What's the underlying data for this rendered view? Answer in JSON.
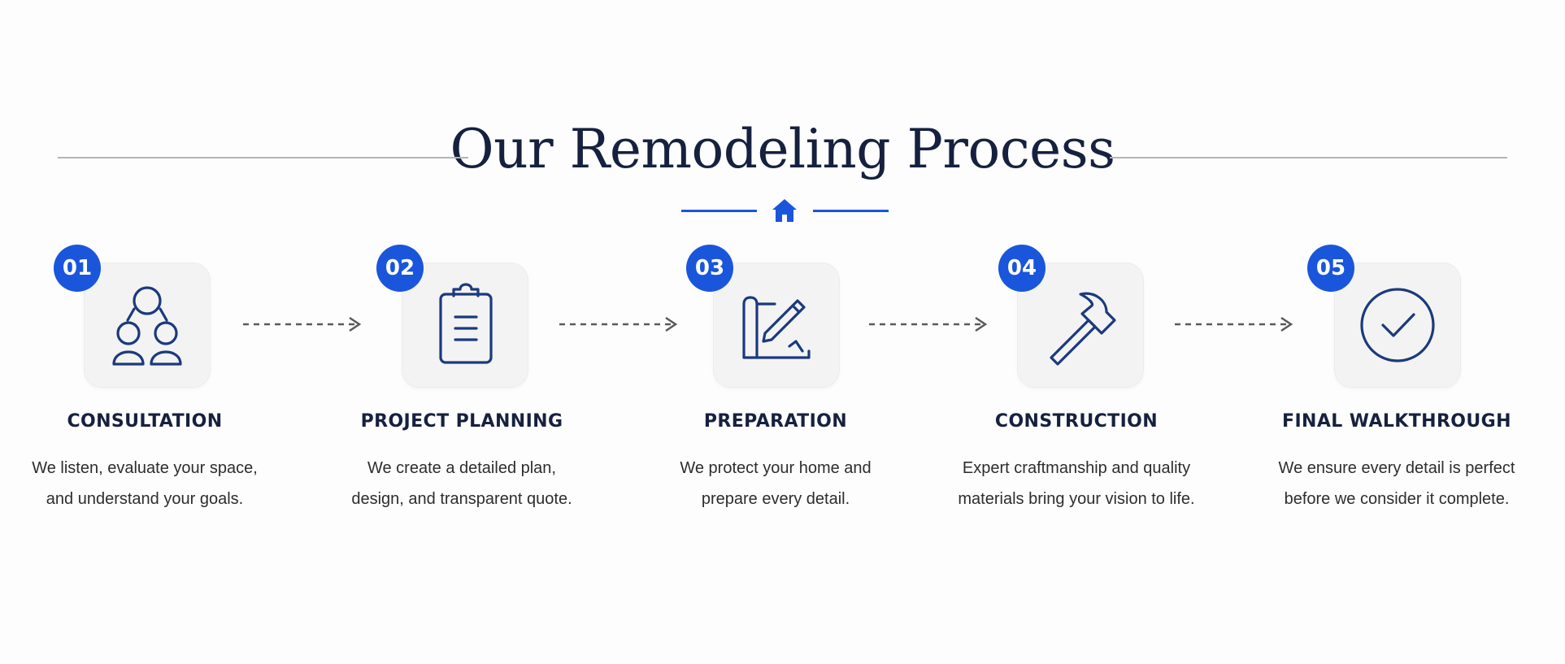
{
  "header": {
    "title": "Our Remodeling Process",
    "accent_color": "#1a56db",
    "title_color": "#16213f",
    "icon": "house-icon"
  },
  "steps": [
    {
      "number": "01",
      "title": "CONSULTATION",
      "desc_line1": "We listen, evaluate your space,",
      "desc_line2": "and understand your goals.",
      "icon": "people-group-icon"
    },
    {
      "number": "02",
      "title": "PROJECT PLANNING",
      "desc_line1": "We create a detailed plan,",
      "desc_line2": "design, and transparent quote.",
      "icon": "clipboard-icon"
    },
    {
      "number": "03",
      "title": "PREPARATION",
      "desc_line1": "We protect your home and",
      "desc_line2": "prepare every detail.",
      "icon": "blueprint-pencil-icon"
    },
    {
      "number": "04",
      "title": "CONSTRUCTION",
      "desc_line1": "Expert craftmanship and quality",
      "desc_line2": "materials bring your vision to life.",
      "icon": "hammer-icon"
    },
    {
      "number": "05",
      "title": "FINAL WALKTHROUGH",
      "desc_line1": "We ensure every detail is perfect",
      "desc_line2": "before we consider it complete.",
      "icon": "check-circle-icon"
    }
  ]
}
